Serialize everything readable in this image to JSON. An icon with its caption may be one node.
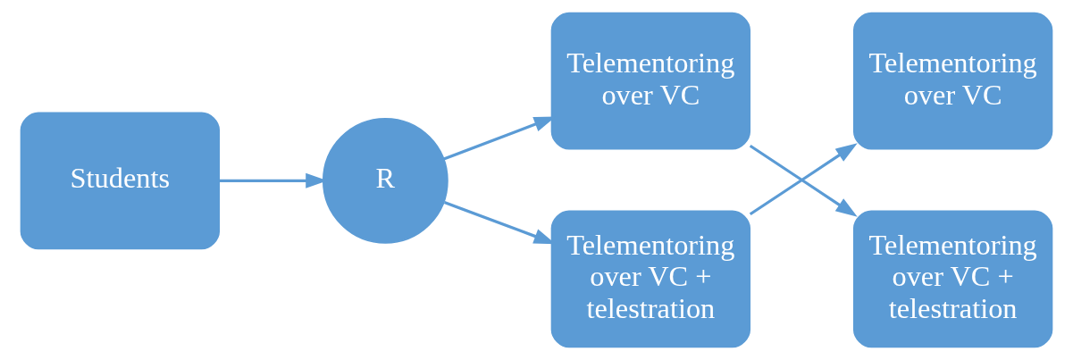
{
  "diagram": {
    "nodes": [
      {
        "text": [
          "Students"
        ]
      },
      {
        "text": [
          "R"
        ]
      },
      {
        "text": [
          "Telementoring over VC"
        ]
      },
      {
        "text": [
          "Telementoring over VC + telestration"
        ]
      },
      {
        "text": [
          "Telementoring over VC"
        ]
      },
      {
        "text": [
          "Telementoring over VC + telestration"
        ]
      }
    ],
    "edges": [
      {
        "from": 0,
        "to": 1,
        "arrow": "to"
      },
      {
        "from": 1,
        "to": 2,
        "arrow": "to"
      },
      {
        "from": 1,
        "to": 3,
        "arrow": "to"
      },
      {
        "from": 2,
        "to": 5,
        "arrow": "to"
      },
      {
        "from": 3,
        "to": 4,
        "arrow": "to"
      }
    ]
  }
}
